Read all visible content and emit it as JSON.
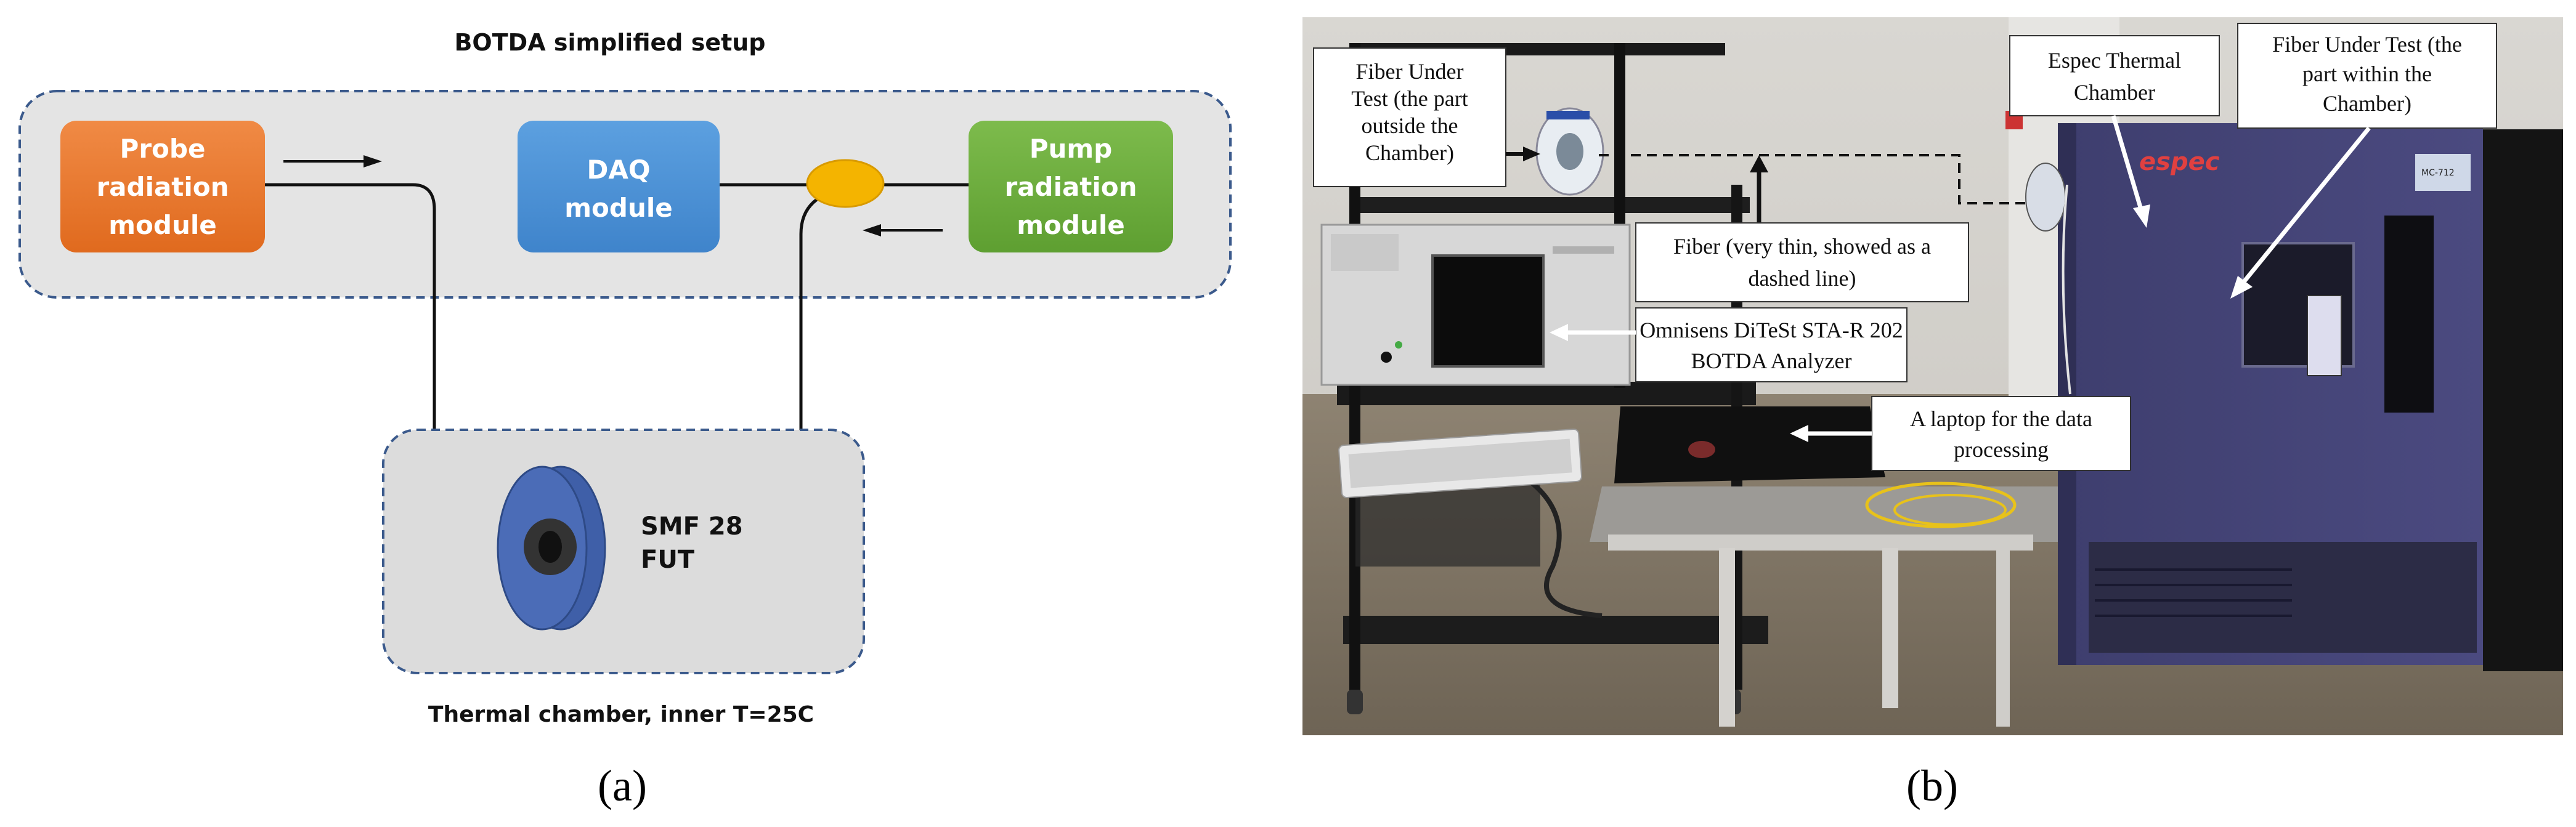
{
  "panel_a": {
    "title": "BOTDA simplified setup",
    "probe": [
      "Probe",
      "radiation",
      "module"
    ],
    "daq": [
      "DAQ",
      "module"
    ],
    "pump": [
      "Pump",
      "radiation",
      "module"
    ],
    "fut": [
      "SMF 28",
      "FUT"
    ],
    "chamber_caption": "Thermal chamber, inner T=25C",
    "panel_label": "(a)"
  },
  "panel_b": {
    "callout_fut_outside": [
      "Fiber Under",
      "Test (the part",
      "outside the",
      "Chamber)"
    ],
    "callout_espec": [
      "Espec Thermal",
      "Chamber"
    ],
    "callout_fut_within": [
      "Fiber Under Test (the",
      "part within the",
      "Chamber)"
    ],
    "callout_fiber": [
      "Fiber (very thin, showed as a",
      "dashed line)"
    ],
    "callout_analyzer": [
      "Omnisens DiTeSt STA-R 202",
      "BOTDA Analyzer"
    ],
    "callout_laptop": [
      "A laptop for the data",
      "processing"
    ],
    "chamber_brand": "espec",
    "chamber_model": "MC-712",
    "panel_label": "(b)"
  },
  "colors": {
    "probe": "#E8742A",
    "daq": "#4A8FD4",
    "pump": "#6AAA3C",
    "coupler": "#F4B400",
    "spool": "#4B6CB7",
    "setup_bg": "#E4E4E4",
    "chamber_bg": "#DCDCDC",
    "dash_border": "#3B5A8C"
  }
}
